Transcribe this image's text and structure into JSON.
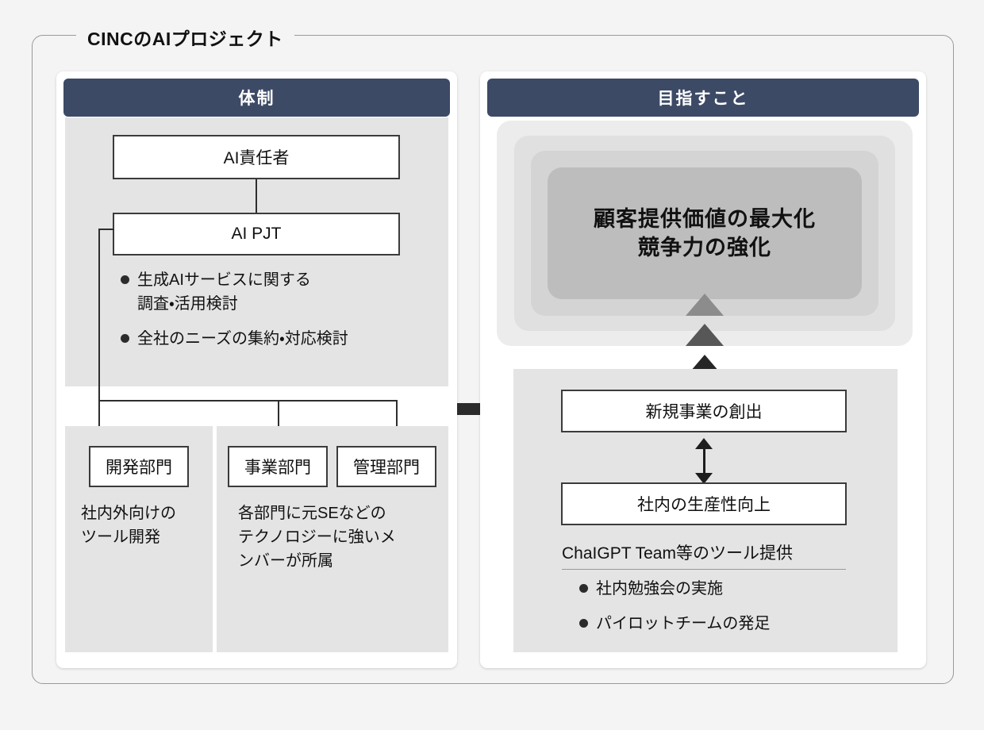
{
  "frame": {
    "legend": "CINCのAIプロジェクト"
  },
  "left_panel": {
    "header": "体制",
    "top_box": "AI責任者",
    "second_box": "AI PJT",
    "bullets": [
      "生成AIサービスに関する\n調査・活用検討",
      "全社のニーズの集約・対応検討"
    ],
    "departments": [
      {
        "name": "開発部門",
        "caption": "社内外向けの\nツール開発"
      },
      {
        "name": "事業部門",
        "caption": ""
      },
      {
        "name": "管理部門",
        "caption": ""
      }
    ],
    "group_caption": "各部門に元SEなどの\nテクノロジーに強いメ\nンバーが所属"
  },
  "right_panel": {
    "header": "目指すこと",
    "goal": "顧客提供価値の最大化\n競争力の強化",
    "boxes": [
      "新規事業の創出",
      "社内の生産性向上"
    ],
    "tool_label": "ChaIGPT Team等のツール提供",
    "bullets": [
      "社内勉強会の実施",
      "パイロットチームの発足"
    ]
  },
  "colors": {
    "header_navy": "#3c4a66",
    "block_gray": "#e4e4e4",
    "page_bg": "#f4f4f4",
    "nest_1": "#ececec",
    "nest_2": "#e0e0e0",
    "nest_3": "#d4d4d4",
    "nest_4": "#bdbdbd",
    "triangle_light": "#8c8c8c",
    "triangle_mid": "#575757",
    "triangle_dark": "#262626",
    "arrow_black": "#2b2b2b"
  }
}
